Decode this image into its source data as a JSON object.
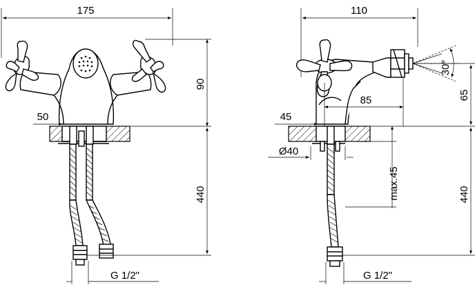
{
  "front_view": {
    "width_label": "175",
    "height_label": "90",
    "spout_label": "50",
    "hose_label": "440",
    "thread_label": "G 1/2\""
  },
  "side_view": {
    "width_label": "110",
    "spout_reach_label": "85",
    "base_offset_label": "45",
    "diameter_label": "Ø40",
    "max_thickness_label": "max.45",
    "angle_label": "30°",
    "height_label": "65",
    "hose_label": "440",
    "thread_label": "G 1/2\""
  }
}
